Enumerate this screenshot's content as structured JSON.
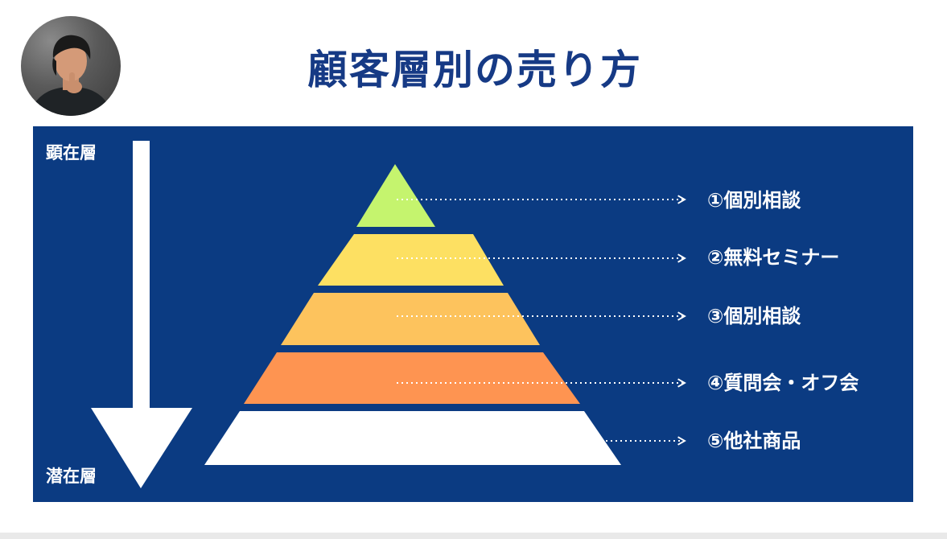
{
  "title": "顧客層別の売り方",
  "avatar_icon": "person-photo-icon",
  "axis": {
    "top_label": "顕在層",
    "bottom_label": "潜在層",
    "arrow_icon": "down-arrow-icon"
  },
  "colors": {
    "title": "#163a85",
    "panel": "#0b3b82",
    "tier1": "#c5f46e",
    "tier2": "#fde062",
    "tier3": "#fdc35d",
    "tier4": "#fe9451",
    "tier5": "#ffffff"
  },
  "tiers": [
    {
      "label": "①個別相談"
    },
    {
      "label": "②無料セミナー"
    },
    {
      "label": "③個別相談"
    },
    {
      "label": "④質問会・オフ会"
    },
    {
      "label": "⑤他社商品"
    }
  ]
}
